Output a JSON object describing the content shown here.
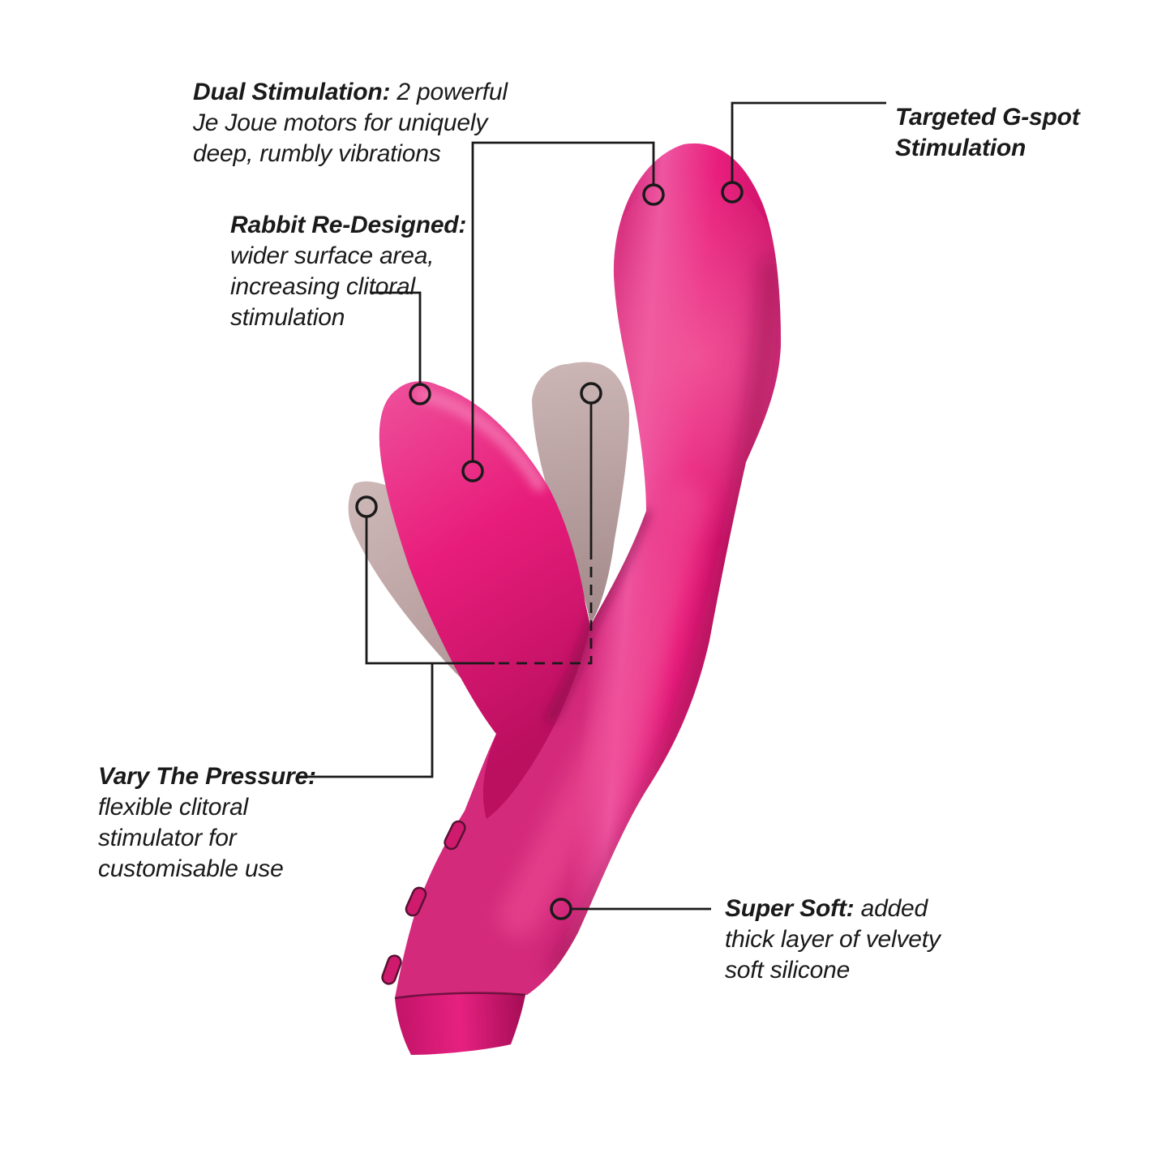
{
  "figure": {
    "type": "annotated-product-diagram",
    "subject": "rabbit-style dual stimulation vibrator with flexible clitoral arm (ghosted flex positions shown)"
  },
  "colors": {
    "background": "#ffffff",
    "line": "#1a1a1a",
    "text": "#1a1a1a",
    "product_pink": "#e91f7d",
    "product_pink_light": "#f06aa6",
    "product_pink_dark": "#9c0b51",
    "crease_dark": "#7e0a46",
    "ghost_arm": "#bba1a1",
    "ghost_arm_light": "#cdb8b7",
    "ghost_arm_dark": "#a18788",
    "cap_pink": "#e62180",
    "button_pink": "#cf1a6e",
    "button_outline": "#571233"
  },
  "callouts": {
    "dual": {
      "lead": "Dual Stimulation:",
      "rest": " 2 powerful\nJe Joue motors for uniquely\ndeep, rumbly vibrations"
    },
    "targeted": {
      "lead": "Targeted G-spot\nStimulation",
      "rest": ""
    },
    "rabbit": {
      "lead": "Rabbit Re-Designed:",
      "rest": "\nwider surface area,\nincreasing clitoral\nstimulation"
    },
    "vary": {
      "lead": "Vary The Pressure:",
      "rest": "\nflexible clitoral\nstimulator for\ncustomisable use"
    },
    "soft": {
      "lead": "Super Soft:",
      "rest": " added\nthick layer of velvety\nsoft silicone"
    }
  }
}
